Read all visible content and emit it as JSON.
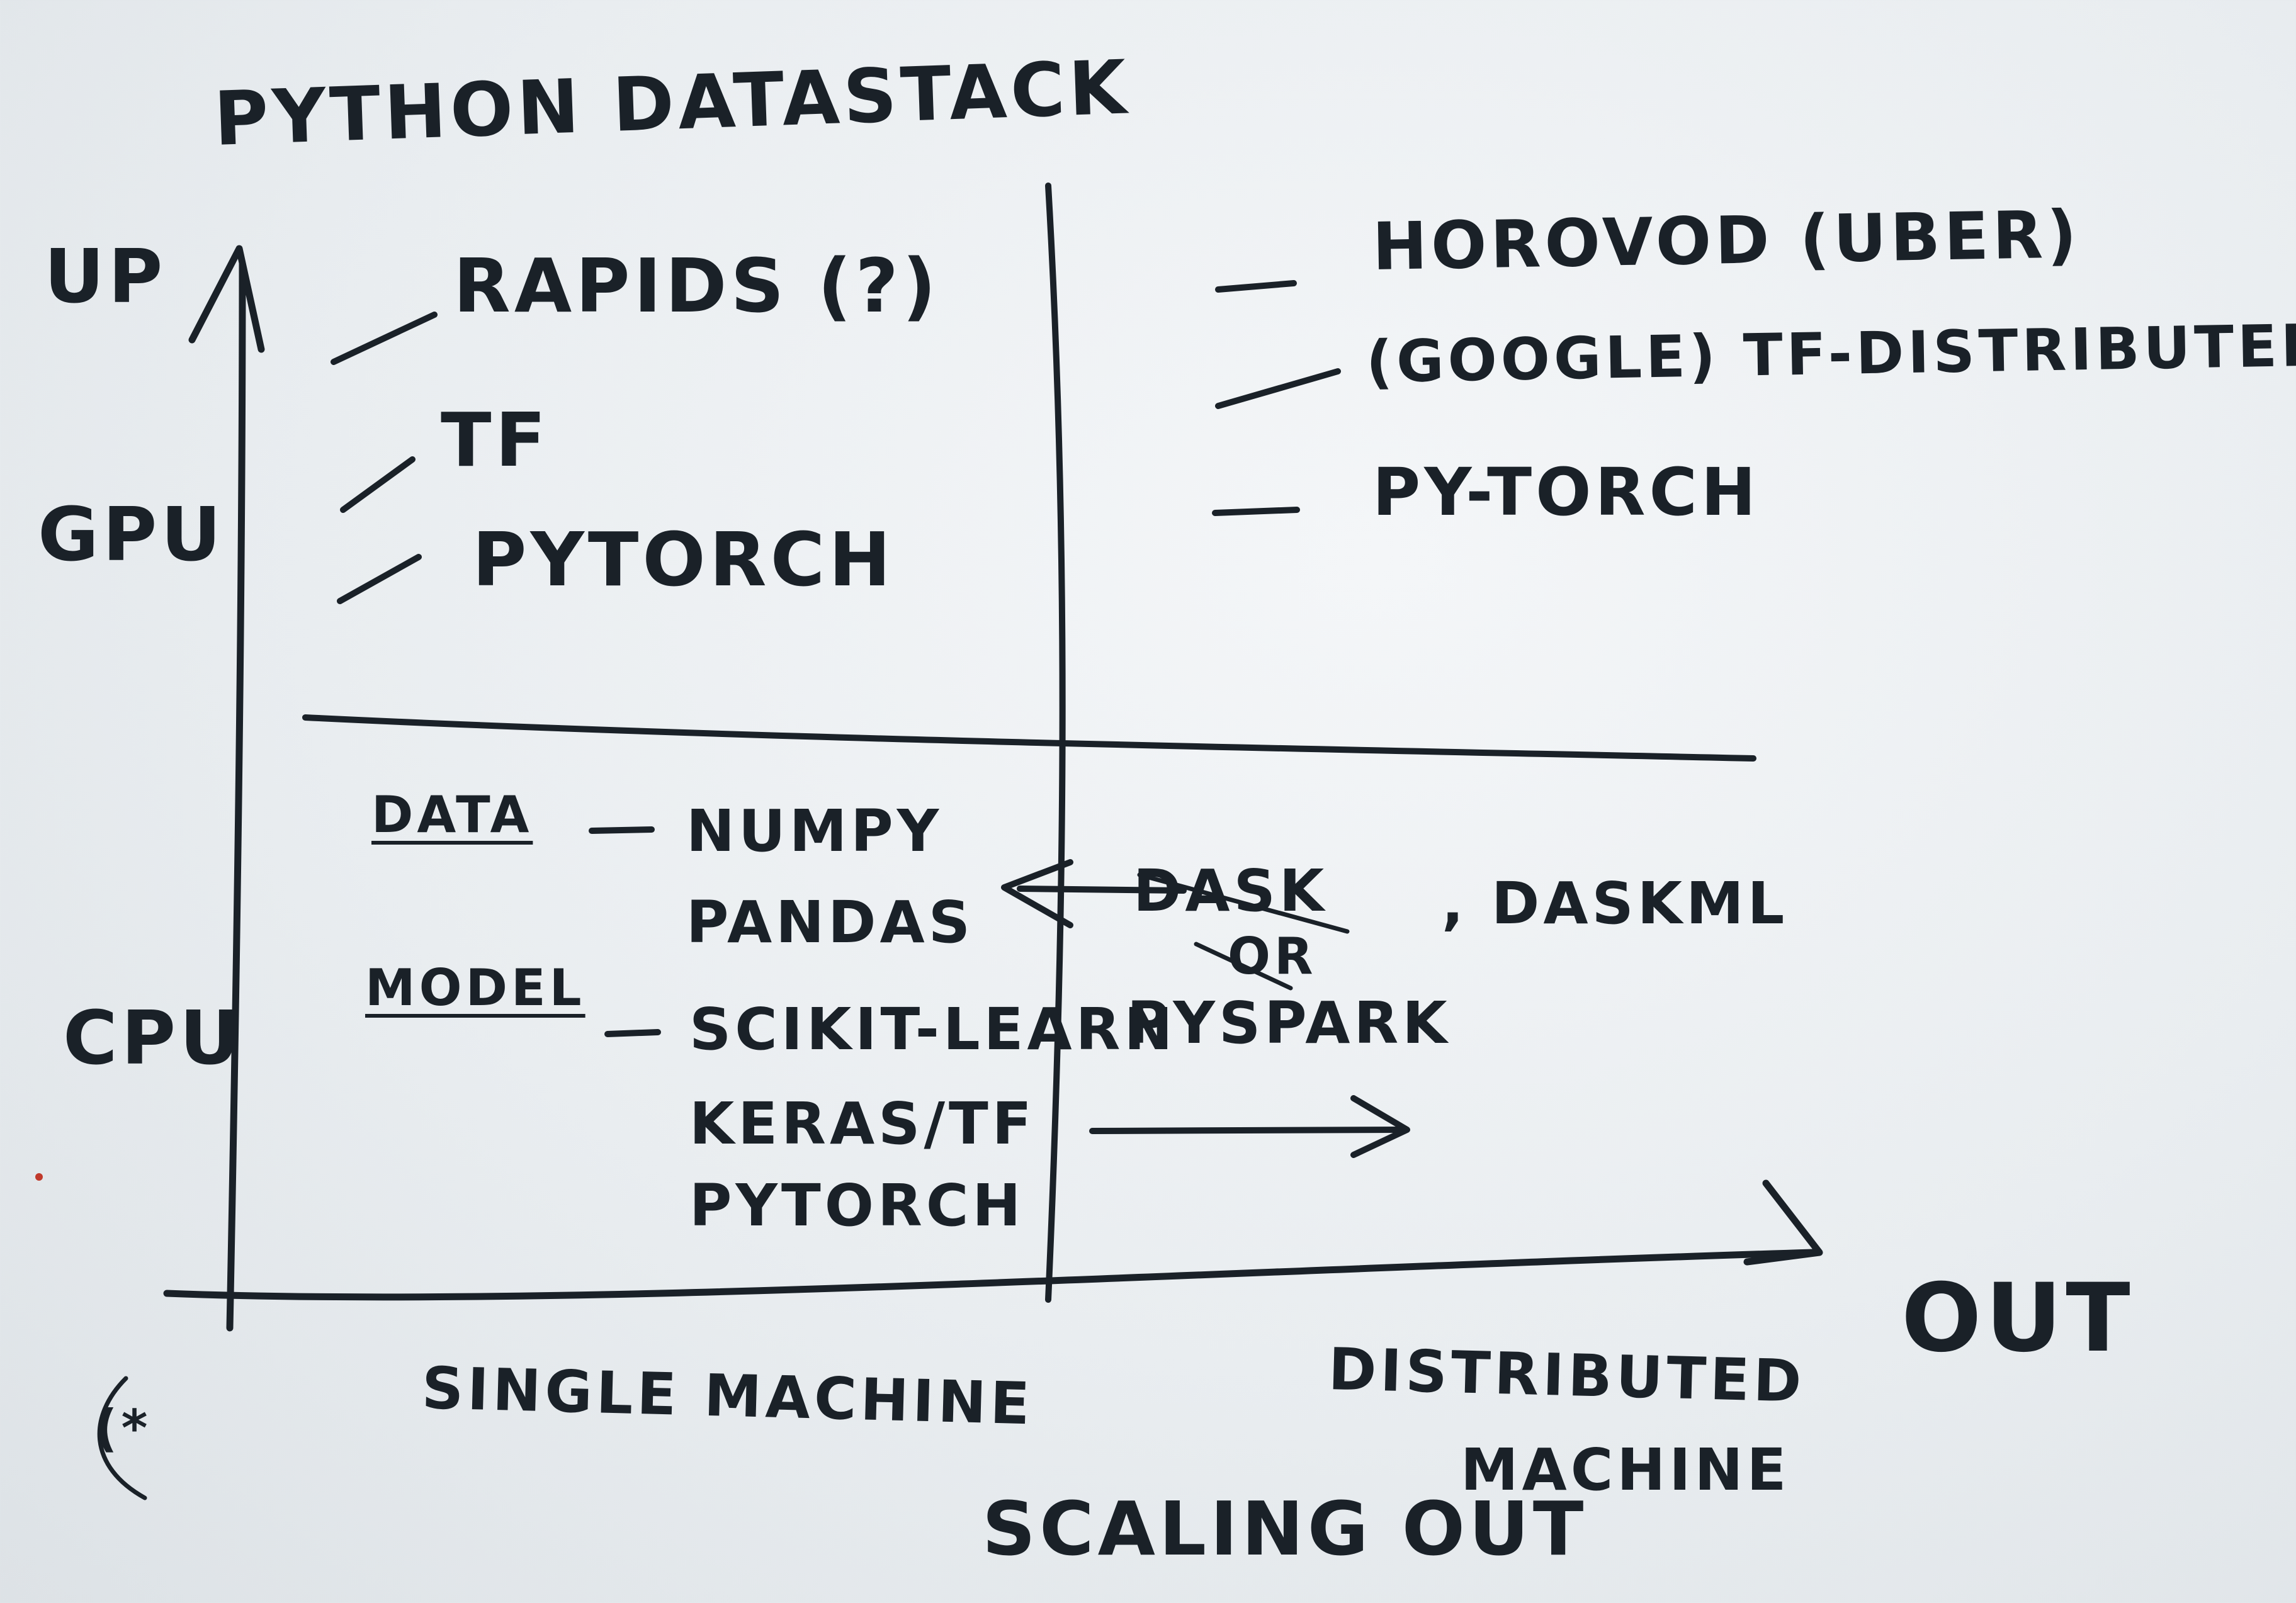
{
  "title": "PYTHON DATASTACK",
  "axes": {
    "y_top": "UP",
    "y_gpu": "GPU",
    "y_cpu": "CPU",
    "x_right": "OUT",
    "x_left_col": "SINGLE MACHINE",
    "x_right_col": [
      "DISTRIBUTED",
      "MACHINE"
    ],
    "x_caption": "SCALING OUT"
  },
  "gpu_single": [
    "RAPIDS (?)",
    "TF",
    "PYTORCH"
  ],
  "gpu_distributed": [
    "HOROVOD (UBER)",
    "(GOOGLE) TF-DISTRIBUTED)",
    "PY-TORCH"
  ],
  "cpu_single": {
    "data_label": "DATA",
    "data_items": [
      "NUMPY",
      "PANDAS"
    ],
    "model_label": "MODEL",
    "model_items": [
      "SCIKIT-LEARN",
      "KERAS/TF",
      "PYTORCH"
    ]
  },
  "cpu_distributed": {
    "dask_lines": [
      "DASK",
      "OR",
      "PYSPARK"
    ],
    "daskml": ", DASKML"
  },
  "corner_mark": "(*",
  "colors": {
    "ink": "#1a2128",
    "board": "#eef1f3",
    "red_dot": "#c0392b"
  }
}
